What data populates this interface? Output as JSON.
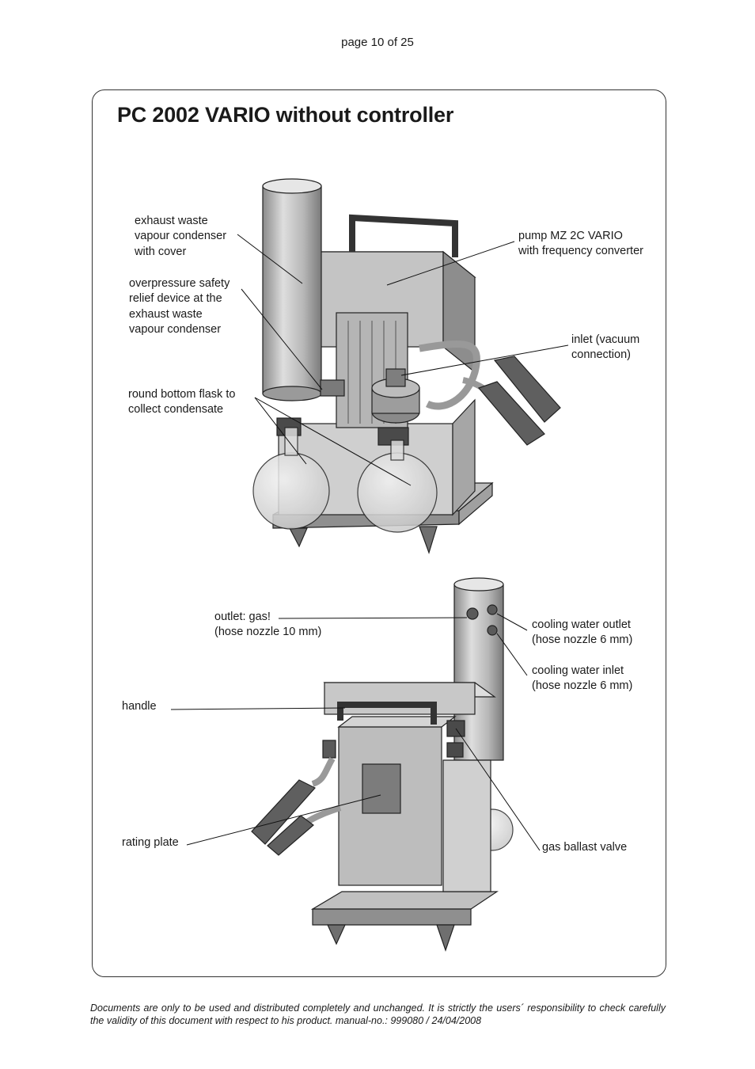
{
  "header": {
    "page_number": "page 10 of 25"
  },
  "title": "PC 2002 VARIO without controller",
  "figure_top": {
    "labels": {
      "exhaust_condenser": "exhaust waste\nvapour condenser\nwith cover",
      "overpressure": "overpressure safety\nrelief device at the\nexhaust waste\nvapour condenser",
      "flask": "round bottom flask to\ncollect condensate",
      "pump": "pump MZ 2C VARIO\nwith frequency converter",
      "inlet": "inlet (vacuum\nconnection)"
    }
  },
  "figure_bottom": {
    "labels": {
      "outlet": "outlet: gas!\n(hose nozzle 10 mm)",
      "cooling_outlet": "cooling water outlet\n(hose nozzle 6 mm)",
      "cooling_inlet": "cooling water inlet\n(hose nozzle 6 mm)",
      "handle": "handle",
      "rating_plate": "rating plate",
      "gas_ballast": "gas ballast valve"
    }
  },
  "footer": {
    "disclaimer": "Documents are only to be used and distributed completely and unchanged. It is strictly the users´ responsibility to check carefully the validity of this document with respect to his product. manual-no.: 999080 / 24/04/2008"
  },
  "colors": {
    "line": "#111111",
    "metal_light": "#d6d6d6",
    "metal_mid": "#a9a9a9",
    "metal_dark": "#6e6e6e",
    "glass": "#e4e4e4"
  }
}
